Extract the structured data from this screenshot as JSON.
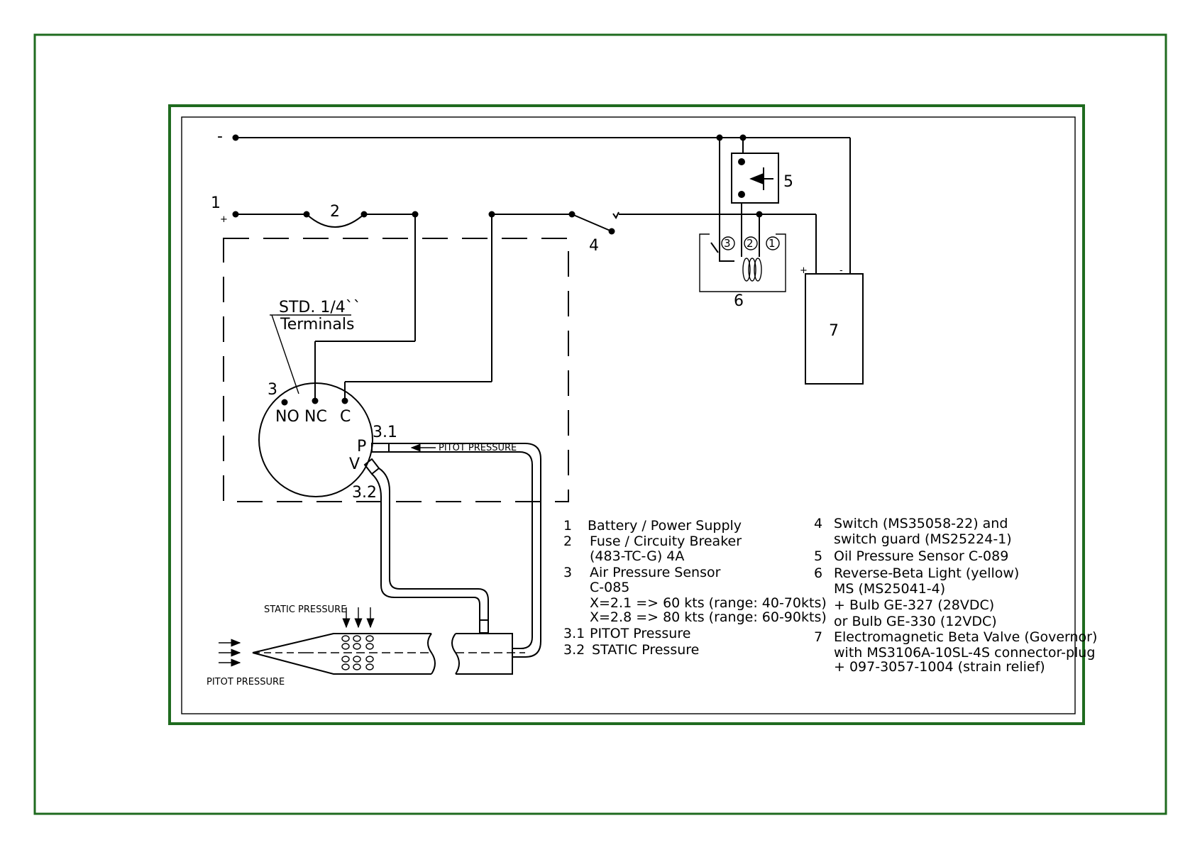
{
  "colors": {
    "frame": "#1f6b1f",
    "ink": "#000000",
    "background": "#ffffff"
  },
  "diagram": {
    "minus_label": "-",
    "plus_label": "+",
    "battery_plus": "+",
    "battery_minus": "-",
    "node_labels": {
      "n1": "1",
      "n2": "2",
      "n3": "3",
      "n4": "4",
      "n5": "5",
      "n6": "6",
      "n7": "7",
      "p31": "3.1",
      "p32": "3.2",
      "c1": "1",
      "c2": "2",
      "c3": "3"
    },
    "terminals_note": {
      "line1": "STD. 1/4``",
      "line2": "Terminals"
    },
    "sensor_terminals": {
      "no": "NO",
      "nc": "NC",
      "c": "C",
      "p": "P",
      "v": "V"
    },
    "pitot_line_label": "PITOT PRESSURE",
    "static_pressure_label": "STATIC PRESSURE",
    "pitot_pressure_label": "PITOT PRESSURE"
  },
  "legend": {
    "left": [
      {
        "num": "1",
        "lines": [
          "Battery / Power Supply"
        ]
      },
      {
        "num": "2",
        "lines": [
          "Fuse / Circuity Breaker",
          "(483-TC-G) 4A"
        ]
      },
      {
        "num": "3",
        "lines": [
          "Air Pressure Sensor",
          "C-085",
          "X=2.1 => 60 kts (range: 40-70kts)",
          "X=2.8 => 80 kts (range: 60-90kts)"
        ]
      },
      {
        "num": "3.1",
        "lines": [
          "PITOT Pressure"
        ]
      },
      {
        "num": "3.2",
        "lines": [
          "STATIC Pressure"
        ]
      }
    ],
    "right": [
      {
        "num": "4",
        "lines": [
          "Switch (MS35058-22) and",
          "switch guard (MS25224-1)"
        ]
      },
      {
        "num": "5",
        "lines": [
          "Oil Pressure Sensor C-089"
        ]
      },
      {
        "num": "6",
        "lines": [
          "Reverse-Beta Light (yellow)",
          "MS (MS25041-4)",
          "+ Bulb GE-327 (28VDC)",
          "or Bulb GE-330 (12VDC)"
        ]
      },
      {
        "num": "7",
        "lines": [
          "Electromagnetic Beta Valve (Governor)",
          "with MS3106A-10SL-4S connector-plug",
          "+ 097-3057-1004 (strain relief)"
        ]
      }
    ]
  }
}
